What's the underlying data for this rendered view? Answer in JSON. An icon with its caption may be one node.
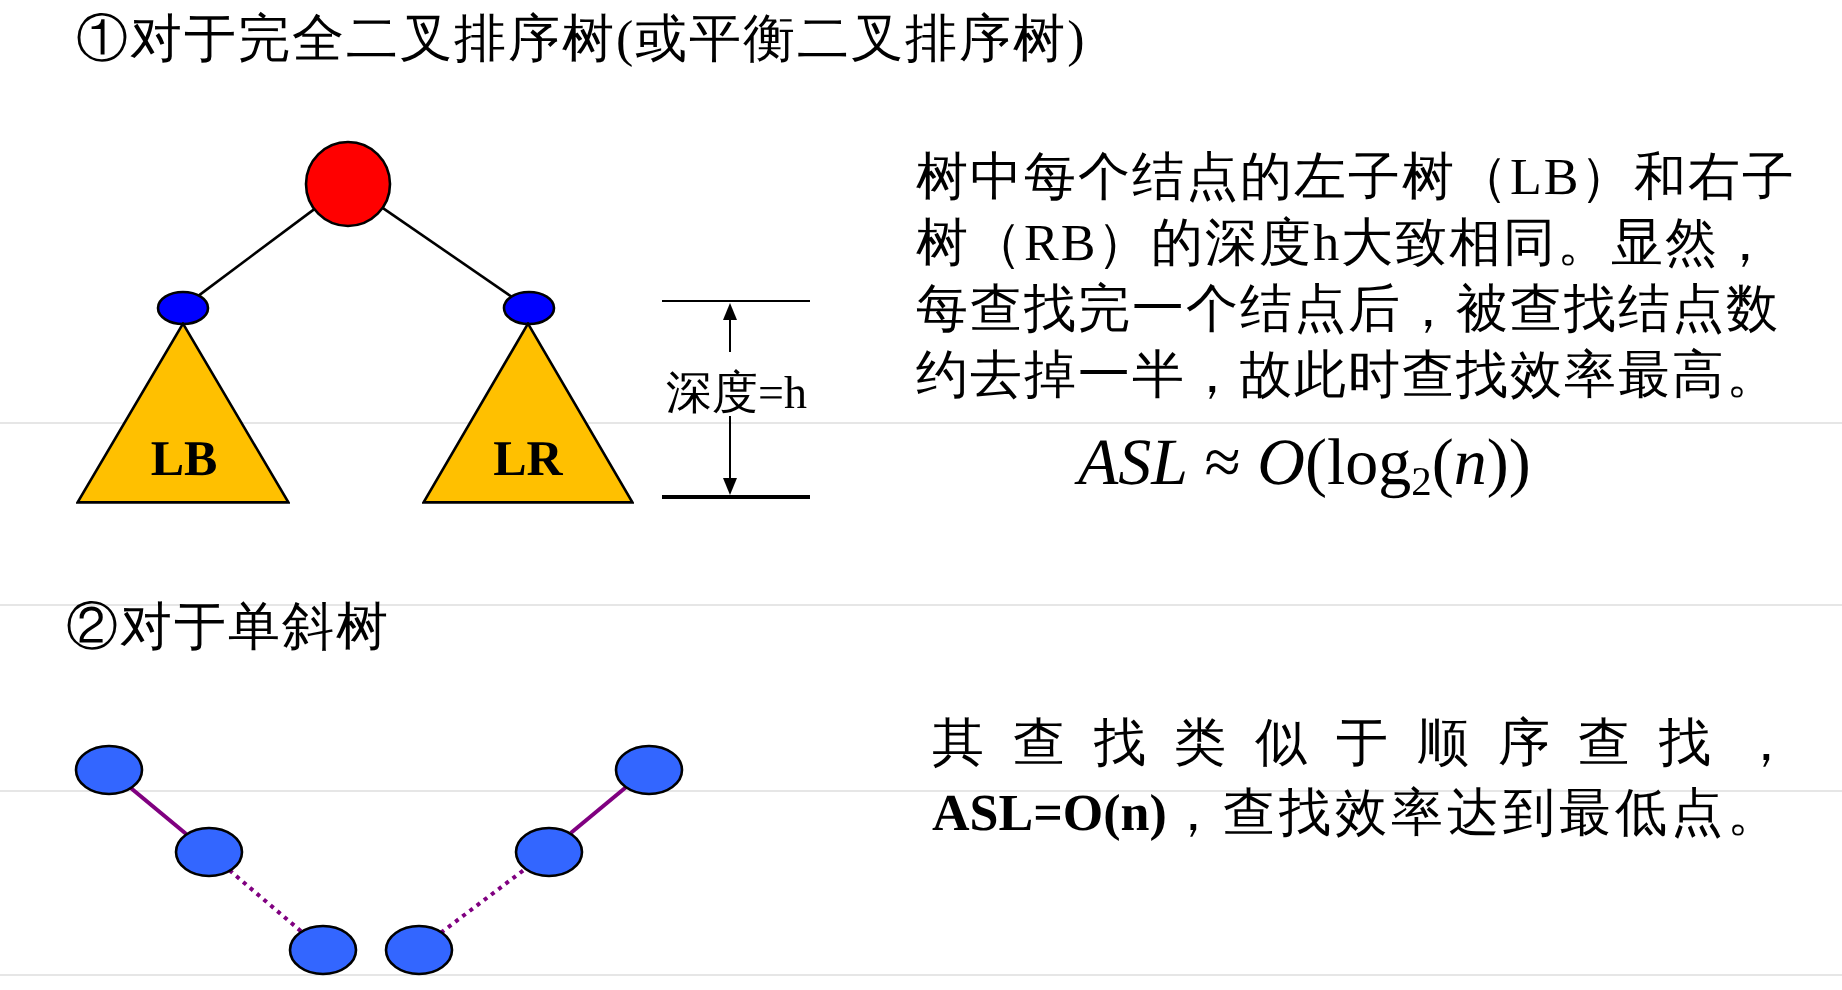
{
  "diagram": {
    "nodes": [
      {
        "text": [],
        "shape": "circle"
      },
      {
        "text": [],
        "shape": "circle"
      },
      {
        "text": [],
        "shape": "circle"
      },
      {
        "text": [
          "LB"
        ]
      },
      {
        "text": [
          "LR"
        ]
      },
      {
        "text": [],
        "shape": "circle"
      },
      {
        "text": [],
        "shape": "circle"
      },
      {
        "text": [],
        "shape": "circle"
      },
      {
        "text": [],
        "shape": "circle"
      },
      {
        "text": [],
        "shape": "circle"
      },
      {
        "text": [],
        "shape": "circle"
      }
    ],
    "edges": [
      {
        "from": 0,
        "to": 1,
        "arrow": "none",
        "color": "#000000"
      },
      {
        "from": 0,
        "to": 2,
        "arrow": "none",
        "color": "#000000"
      },
      {
        "from": 5,
        "to": 6,
        "arrow": "none"
      },
      {
        "from": 6,
        "to": 7,
        "arrow": "none",
        "style": "dashed"
      },
      {
        "from": 8,
        "to": 9,
        "arrow": "none",
        "style": "dashed"
      },
      {
        "from": 9,
        "to": 10,
        "arrow": "none"
      }
    ],
    "labels": [
      "①对于完全二叉排序树(或平衡二叉排序树)",
      "深度=h",
      "树中每个结点的左子树（LB）和右子树（RB）的深度h大致相同。显然，每查找完一个结点后，被查找结点数约去掉一半，故此时查找效率最高。",
      "*ASL* ≈ *O*(log$_{2}$(*n*))",
      "②对于单斜树",
      "其查找类似于顺序查找，**ASL=O(n)**，查找效率达到最低点。"
    ]
  }
}
